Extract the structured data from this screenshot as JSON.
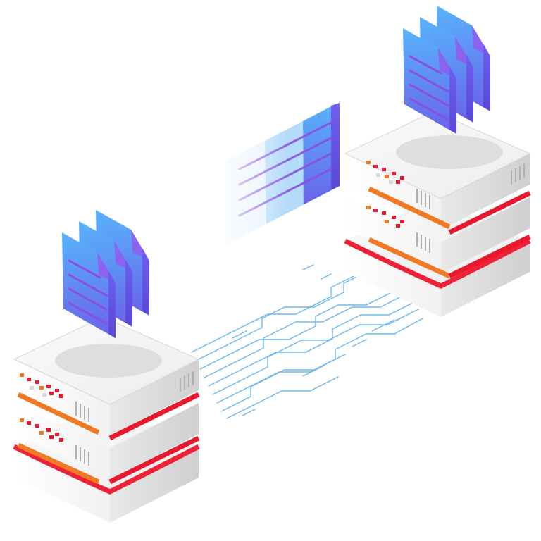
{
  "scene": {
    "servers": [
      {
        "name": "server-left",
        "docs": "document-stack-left"
      },
      {
        "name": "server-right",
        "docs": "document-stack-right"
      }
    ],
    "transfer_document": "document-in-transit",
    "link": "data-link-circuit"
  },
  "colors": {
    "server_body_light": "#f4f4f4",
    "server_body_mid": "#e4e4e4",
    "server_body_dark": "#cfcfcf",
    "stripe_red": "#e8192c",
    "stripe_orange": "#f07a24",
    "doc_blue": "#4aa3f5",
    "doc_violet": "#6b5fe6",
    "doc_lines": "#8a4fe0",
    "circuit": "#6cb8ec"
  }
}
